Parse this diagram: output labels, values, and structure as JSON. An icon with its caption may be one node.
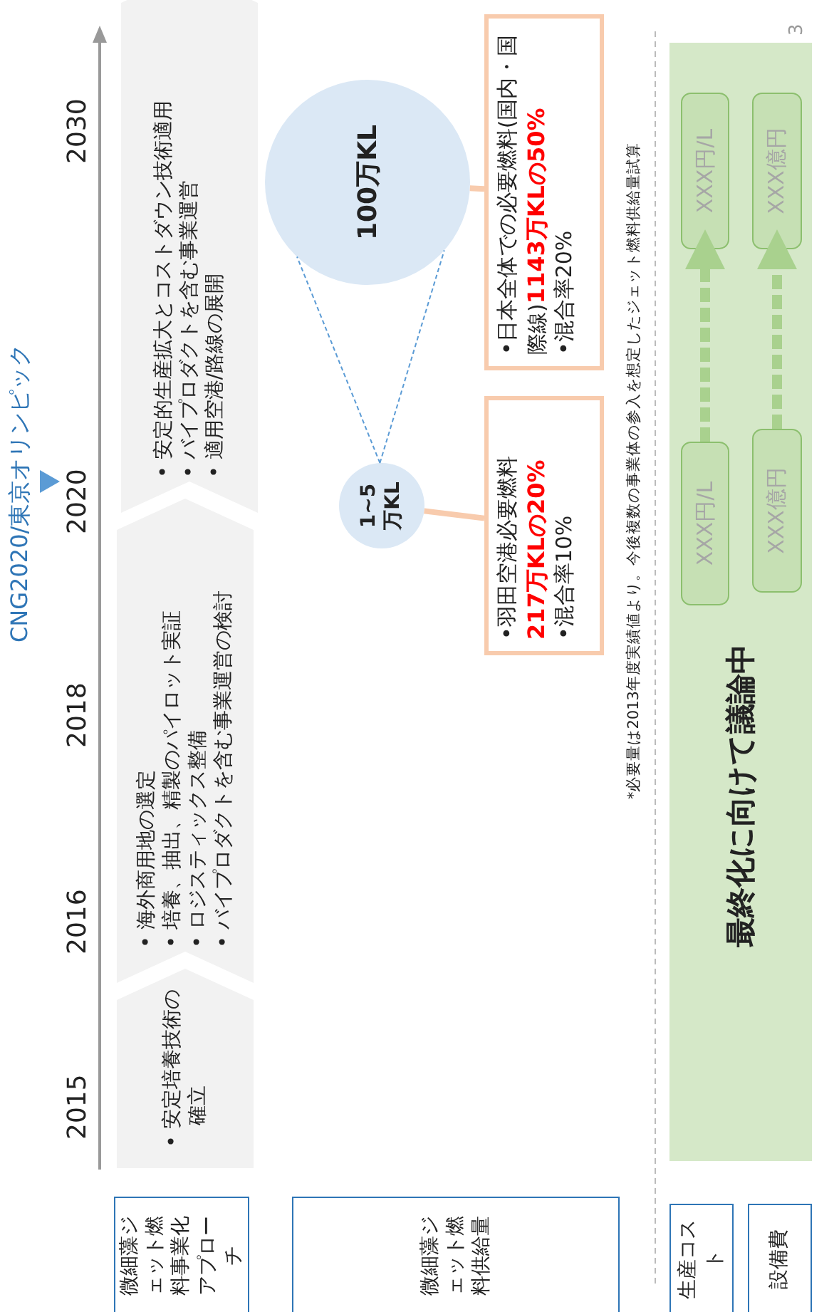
{
  "diagram": {
    "nodes": [
      {
        "text": [
          "微細藻ジェット燃料事業化アプローチ"
        ]
      },
      {
        "text": [
          "• 安定培養技術の確立"
        ]
      },
      {
        "text": [
          "• 海外商用地の選定",
          "• 培養、抽出、精製のパイロット実証",
          "• ロジスティックス整備",
          "• バイプロダクトを含む事業運営の検討"
        ]
      },
      {
        "text": [
          "• 安定的生産拡大とコストダウン技術適用",
          "• バイプロダクトを含む事業運営",
          "• 適用空港/路線の展開"
        ]
      },
      {
        "text": [
          "微細藻ジェット燃料供給量"
        ]
      },
      {
        "text": [
          "1~5万KL"
        ]
      },
      {
        "text": [
          "100万KL"
        ]
      },
      {
        "text": [
          "•羽田空港必要燃料**217万KLの20%**",
          "•混合率10%"
        ]
      },
      {
        "text": [
          "•日本全体での必要燃料(国内・国際線)**1143万KLの50%**",
          "•混合率20%"
        ]
      },
      {
        "text": [
          "生産コスト"
        ]
      },
      {
        "text": [
          "設備費"
        ]
      },
      {
        "text": [
          "最終化に向けて議論中"
        ]
      },
      {
        "text": [
          "XXX円/L"
        ],
        "in": 11
      },
      {
        "text": [
          "XXX億円"
        ],
        "in": 11
      },
      {
        "text": [
          "XXX円/L"
        ],
        "in": 11
      },
      {
        "text": [
          "XXX億円"
        ],
        "in": 11
      }
    ],
    "edges": [
      {
        "from": 5,
        "to": 6,
        "arrow": "none",
        "style": "dashed",
        "color": "#5b9bd5"
      },
      {
        "from": 7,
        "to": 5,
        "arrow": "none",
        "color": "#f8cbad"
      },
      {
        "from": 8,
        "to": 6,
        "arrow": "none",
        "color": "#f8cbad"
      },
      {
        "from": 12,
        "to": 14,
        "arrow": "to",
        "style": "dashed",
        "color": "#a9d18e"
      },
      {
        "from": 13,
        "to": 15,
        "arrow": "to",
        "style": "dashed",
        "color": "#a9d18e"
      }
    ],
    "labels": [
      "CNG2020/東京オリンピック",
      "2015",
      "2016",
      "2018",
      "2020",
      "2030",
      "*必要量は2013年度実績値より。今後複数の事業体の参入を想定したジェット燃料供給量試算",
      "3"
    ]
  }
}
